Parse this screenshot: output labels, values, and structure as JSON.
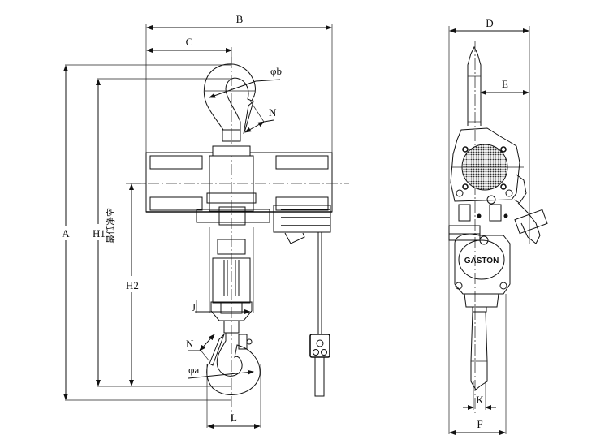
{
  "drawing": {
    "type": "electric chain hoist dimension drawing",
    "views": [
      "front-view",
      "side-view"
    ],
    "brand_label": "GASTON",
    "front_view": {
      "dimensions": {
        "A": "A",
        "B": "B",
        "C": "C",
        "H1": "H1",
        "H1_note": "最低净空",
        "H2": "H2",
        "J": "J",
        "L": "L",
        "N_top": "N",
        "N_bottom": "N",
        "phi_b": "φb",
        "phi_a": "φa"
      }
    },
    "side_view": {
      "dimensions": {
        "D": "D",
        "E": "E",
        "F": "F",
        "K": "K"
      }
    }
  }
}
